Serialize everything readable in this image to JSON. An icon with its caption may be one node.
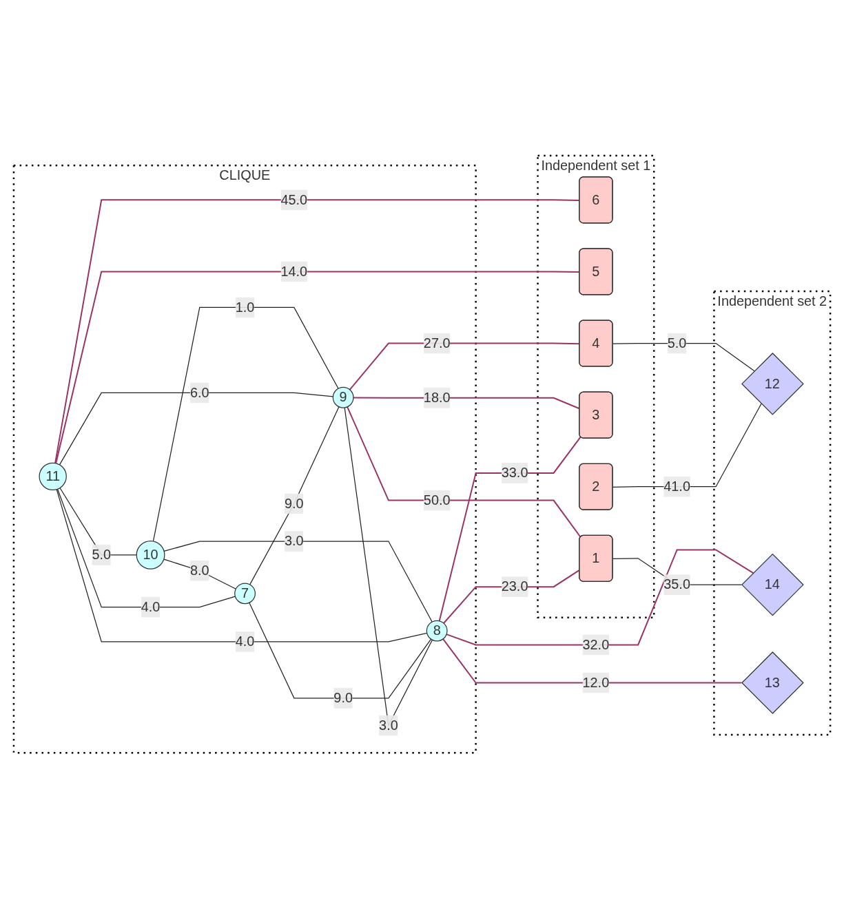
{
  "diagram": {
    "nodes": [
      {
        "text": [
          "Independent set 1"
        ]
      },
      {
        "text": [
          "6"
        ],
        "in": 0
      },
      {
        "text": [
          "5"
        ],
        "in": 0
      },
      {
        "text": [
          "CLIQUE"
        ]
      },
      {
        "text": [
          "10"
        ],
        "in": 3
      },
      {
        "text": [
          "11"
        ],
        "in": 3
      },
      {
        "text": [
          "9"
        ],
        "in": 3
      },
      {
        "text": [
          "7"
        ],
        "in": 3
      },
      {
        "text": [
          "8"
        ],
        "in": 3
      },
      {
        "text": [
          "4"
        ],
        "in": 0
      },
      {
        "text": [
          "3"
        ],
        "in": 0
      },
      {
        "text": [
          "2"
        ],
        "in": 0
      },
      {
        "text": [
          "1"
        ],
        "in": 0
      },
      {
        "text": [
          "Independent set 2"
        ]
      },
      {
        "text": [
          "12"
        ],
        "in": 13
      },
      {
        "text": [
          "14"
        ],
        "in": 13
      },
      {
        "text": [
          "13"
        ],
        "in": 13
      }
    ],
    "edges": [
      {
        "from": 5,
        "to": 4,
        "arrow": "none",
        "label": "5.0"
      },
      {
        "from": 4,
        "to": 7,
        "arrow": "none",
        "label": "8.0"
      },
      {
        "from": 4,
        "to": 8,
        "arrow": "none",
        "label": "3.0"
      },
      {
        "from": 4,
        "to": 6,
        "arrow": "none",
        "label": "1.0"
      },
      {
        "from": 5,
        "to": 6,
        "arrow": "none",
        "label": "6.0"
      },
      {
        "from": 5,
        "to": 7,
        "arrow": "none",
        "label": "4.0"
      },
      {
        "from": 5,
        "to": 8,
        "arrow": "none",
        "label": "4.0"
      },
      {
        "from": 7,
        "to": 6,
        "arrow": "none",
        "label": "9.0"
      },
      {
        "from": 7,
        "to": 8,
        "arrow": "none",
        "label": "9.0"
      },
      {
        "from": 6,
        "to": 8,
        "arrow": "none",
        "label": "3.0"
      },
      {
        "from": 5,
        "to": 1,
        "arrow": "none",
        "label": "45.0",
        "color": "#993366"
      },
      {
        "from": 5,
        "to": 2,
        "arrow": "none",
        "label": "14.0",
        "color": "#993366"
      },
      {
        "from": 6,
        "to": 9,
        "arrow": "none",
        "label": "27.0",
        "color": "#993366"
      },
      {
        "from": 6,
        "to": 10,
        "arrow": "none",
        "label": "18.0",
        "color": "#993366"
      },
      {
        "from": 6,
        "to": 12,
        "arrow": "none",
        "label": "50.0",
        "color": "#993366"
      },
      {
        "from": 8,
        "to": 10,
        "arrow": "none",
        "label": "33.0",
        "color": "#993366"
      },
      {
        "from": 8,
        "to": 12,
        "arrow": "none",
        "label": "23.0",
        "color": "#993366"
      },
      {
        "from": 8,
        "to": 15,
        "arrow": "none",
        "label": "32.0",
        "color": "#993366"
      },
      {
        "from": 8,
        "to": 16,
        "arrow": "none",
        "label": "12.0",
        "color": "#993366"
      },
      {
        "from": 9,
        "to": 14,
        "arrow": "none",
        "label": "5.0"
      },
      {
        "from": 11,
        "to": 14,
        "arrow": "none",
        "label": "41.0"
      },
      {
        "from": 12,
        "to": 15,
        "arrow": "none",
        "label": "35.0"
      }
    ]
  }
}
